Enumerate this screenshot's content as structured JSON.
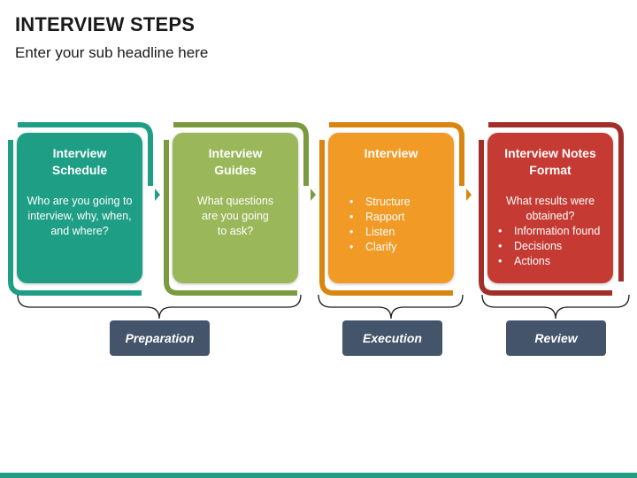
{
  "header": {
    "title": "INTERVIEW STEPS",
    "subtitle": "Enter your sub headline here"
  },
  "colors": {
    "teal": "#1f9e86",
    "green": "#9ab85a",
    "orange": "#f19a25",
    "red": "#c53a33",
    "label_bg": "#44546a",
    "bracket": "#1a1a1a"
  },
  "steps": [
    {
      "heading": [
        "Interview",
        "Schedule"
      ],
      "description": [
        "Who are you going to",
        "interview, why, when,",
        "and where?"
      ]
    },
    {
      "heading": [
        "Interview",
        "Guides"
      ],
      "description": [
        "What questions",
        "are you going",
        "to ask?"
      ]
    },
    {
      "heading": [
        "Interview"
      ],
      "bullets": [
        "Structure",
        "Rapport",
        "Listen",
        "Clarify"
      ]
    },
    {
      "heading": [
        "Interview Notes",
        "Format"
      ],
      "description": [
        "What results were",
        "obtained?"
      ],
      "bullets": [
        "Information found",
        "Decisions",
        "Actions"
      ]
    }
  ],
  "groups": [
    {
      "label": "Preparation"
    },
    {
      "label": "Execution"
    },
    {
      "label": "Review"
    }
  ]
}
